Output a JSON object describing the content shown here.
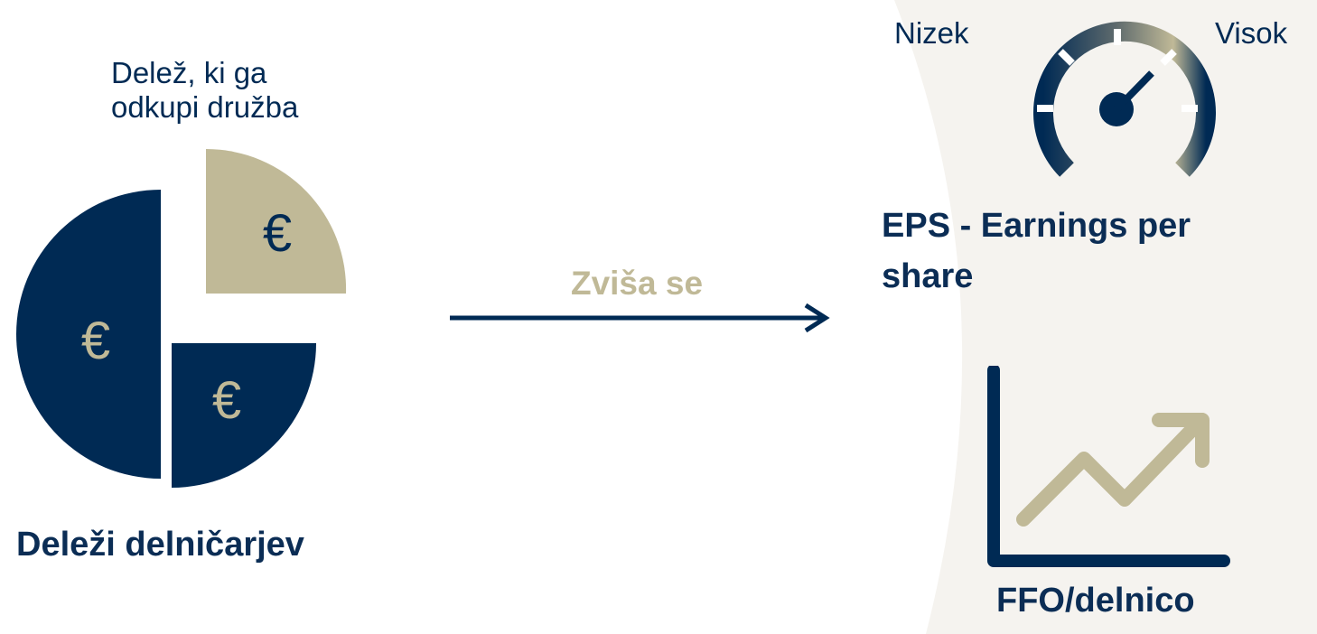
{
  "colors": {
    "navy": "#002a54",
    "beige": "#c0b997",
    "background_arc": "#f5f3ef"
  },
  "left": {
    "share_label_line1": "Delež, ki ga",
    "share_label_line2": "odkupi družba",
    "pie_title": "Deleži delničarjev",
    "currency_symbol": "€"
  },
  "middle": {
    "arrow_label": "Zviša se"
  },
  "right": {
    "gauge_low": "Nizek",
    "gauge_high": "Visok",
    "eps_title": "EPS - Earnings per share",
    "ffo_title": "FFO/delnico"
  }
}
